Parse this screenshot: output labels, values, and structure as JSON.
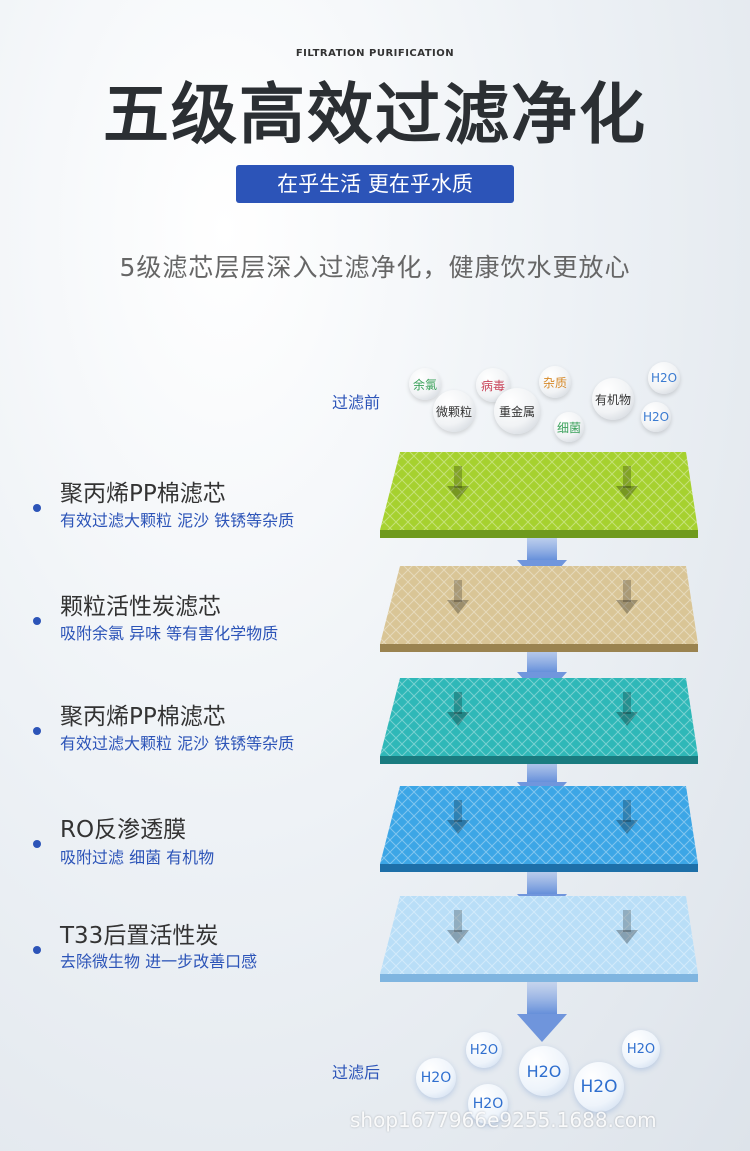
{
  "header": {
    "eyebrow": "FILTRATION PURIFICATION",
    "title": "五级高效过滤净化",
    "badge": "在乎生活 更在乎水质",
    "subtitle": "5级滤芯层层深入过滤净化，健康饮水更放心"
  },
  "before": {
    "label": "过滤前",
    "bubbles": [
      "余氯",
      "病毒",
      "杂质",
      "有机物",
      "微颗粒",
      "重金属",
      "细菌",
      "H2O",
      "H2O"
    ]
  },
  "layers": [
    {
      "name": "聚丙烯PP棉滤芯",
      "desc": "有效过滤大颗粒 泥沙 铁锈等杂质",
      "color": "#a6d12f",
      "edge": "#6f9a1e"
    },
    {
      "name": "颗粒活性炭滤芯",
      "desc": "吸附余氯  异味  等有害化学物质",
      "color": "#d9c596",
      "edge": "#9a8350"
    },
    {
      "name": "聚丙烯PP棉滤芯",
      "desc": "有效过滤大颗粒 泥沙 铁锈等杂质",
      "color": "#2fb8b8",
      "edge": "#1a7c80"
    },
    {
      "name": "RO反渗透膜",
      "desc": "吸附过滤  细菌 有机物",
      "color": "#3ca6e6",
      "edge": "#1d6fa8"
    },
    {
      "name": "T33后置活性炭",
      "desc": "去除微生物  进一步改善口感",
      "color": "#b9def7",
      "edge": "#7fb5e0"
    }
  ],
  "after": {
    "label": "过滤后",
    "bubbles": [
      "H2O",
      "H2O",
      "H2O",
      "H2O",
      "H2O",
      "H2O"
    ]
  },
  "footer": {
    "watermark": "shop1677966e9255.1688.com"
  },
  "colors": {
    "accent": "#2c54b8"
  }
}
